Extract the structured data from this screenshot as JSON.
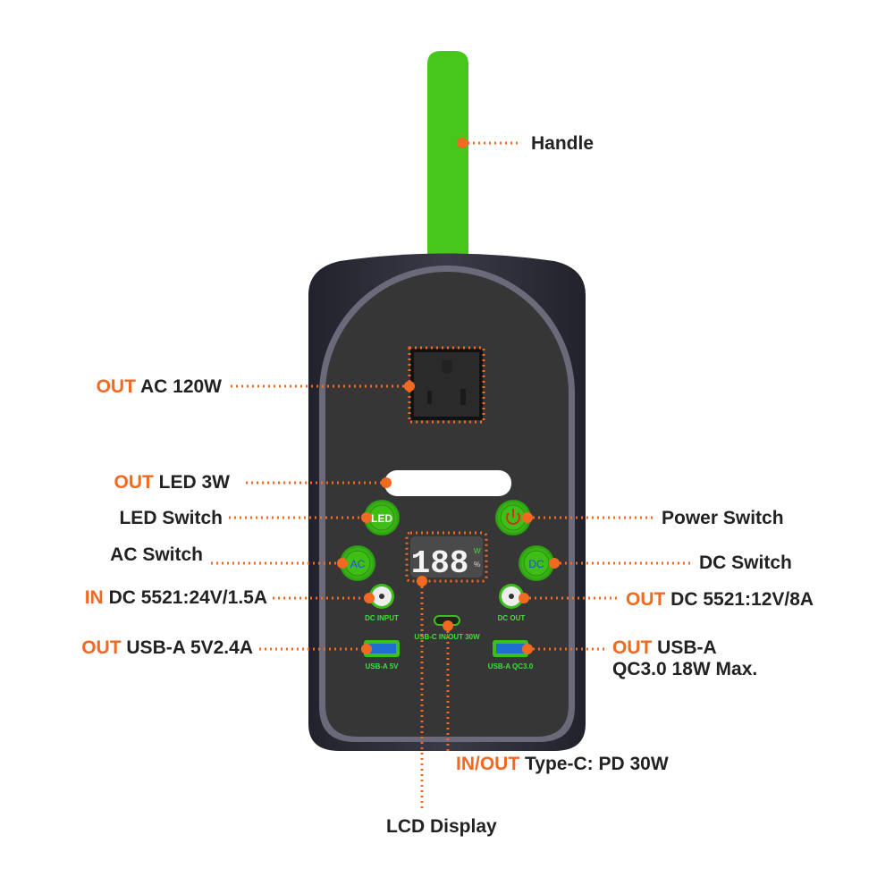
{
  "colors": {
    "accent": "#f26a21",
    "green": "#3bbf1a",
    "body": "#2f2f3a",
    "panel": "#363636"
  },
  "labels": {
    "handle": {
      "text": "Handle"
    },
    "ac_out": {
      "prefix": "OUT",
      "text": "AC 120W"
    },
    "led_out": {
      "prefix": "OUT",
      "text": "LED 3W"
    },
    "led_switch": {
      "text": "LED Switch"
    },
    "power_switch": {
      "text": "Power Switch"
    },
    "ac_switch": {
      "text": "AC Switch"
    },
    "dc_switch": {
      "text": "DC Switch"
    },
    "dc_in": {
      "prefix": "IN",
      "text": "DC 5521:24V/1.5A"
    },
    "dc_out": {
      "prefix": "OUT",
      "text": "DC 5521:12V/8A"
    },
    "usba_5v": {
      "prefix": "OUT",
      "text": "USB-A 5V2.4A"
    },
    "usba_qc": {
      "prefix": "OUT",
      "text": "USB-A",
      "line2": "QC3.0 18W Max."
    },
    "typec": {
      "prefix": "IN/OUT",
      "text": "Type-C: PD 30W"
    },
    "lcd": {
      "text": "LCD Display"
    }
  },
  "device": {
    "btn_led": "LED",
    "btn_ac": "AC",
    "btn_dc": "DC",
    "lcd_digits": "188",
    "lcd_unit_w": "W",
    "lcd_unit_pct": "%",
    "dc_input": "DC INPUT",
    "dc_out": "DC OUT",
    "usbc": "USB-C  IN/OUT  30W",
    "usba_left": "USB-A  5V",
    "usba_right": "USB-A QC3.0"
  }
}
